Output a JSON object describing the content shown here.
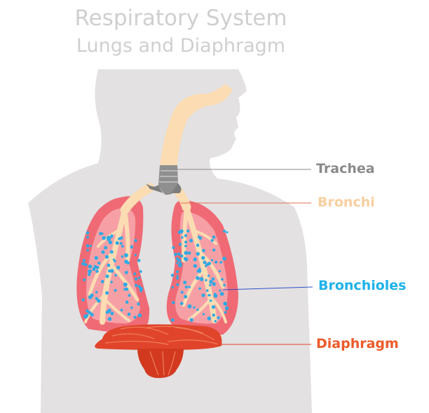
{
  "title": {
    "line1": "Respiratory System",
    "line2": "Lungs and Diaphragm"
  },
  "labels": [
    {
      "id": "trachea",
      "text": "Trachea",
      "color": "#8a8a8a"
    },
    {
      "id": "bronchi",
      "text": "Bronchi",
      "color": "#f7cfa0"
    },
    {
      "id": "bronchioles",
      "text": "Bronchioles",
      "color": "#1eb2ea"
    },
    {
      "id": "diaphragm",
      "text": "Diaphragm",
      "color": "#ee5a2a"
    }
  ],
  "colors": {
    "body": "#e3e1e2",
    "airway": "#fbdcb3",
    "trachea": "#8f8f8f",
    "lung_outer": "#ef6a75",
    "lung_inner": "#f6a0a6",
    "alveoli": "#2fa9e4",
    "diaphragm": "#e0452b"
  }
}
